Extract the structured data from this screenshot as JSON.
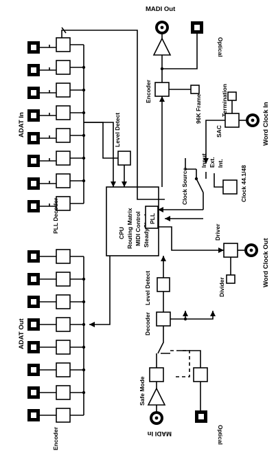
{
  "labels": {
    "madi_out": "MADI Out",
    "optical_top": "Optical",
    "encoder_top": "Encoder",
    "frame_96k": "96K Frame",
    "termination": "Termination",
    "sac": "SAC",
    "word_clock_in": "Word Clock In",
    "adat_in": "ADAT In",
    "level_detect_top": "Level Detect",
    "clock_source": "Clock Source",
    "input": "Input",
    "ext": "Ext.",
    "int": "Int.",
    "clock_rate": "Clock 44.1/48",
    "pll_decoder": "PLL Decoder",
    "cpu": "CPU",
    "routing_matrix": "Routing Matrix",
    "midi_control": "MIDI Control",
    "steady_clock": "SteadyClock",
    "pll": "PLL",
    "driver": "Driver",
    "word_clock_out": "Word Clock Out",
    "divider": "Divider",
    "adat_out": "ADAT Out",
    "level_detect_bottom": "Level Detect",
    "decoder_bottom": "Decoder",
    "safe_mode": "Safe Mode",
    "encoder_bottom": "Encoder",
    "madi_in": "MADI In",
    "optical_bottom": "Optical"
  }
}
